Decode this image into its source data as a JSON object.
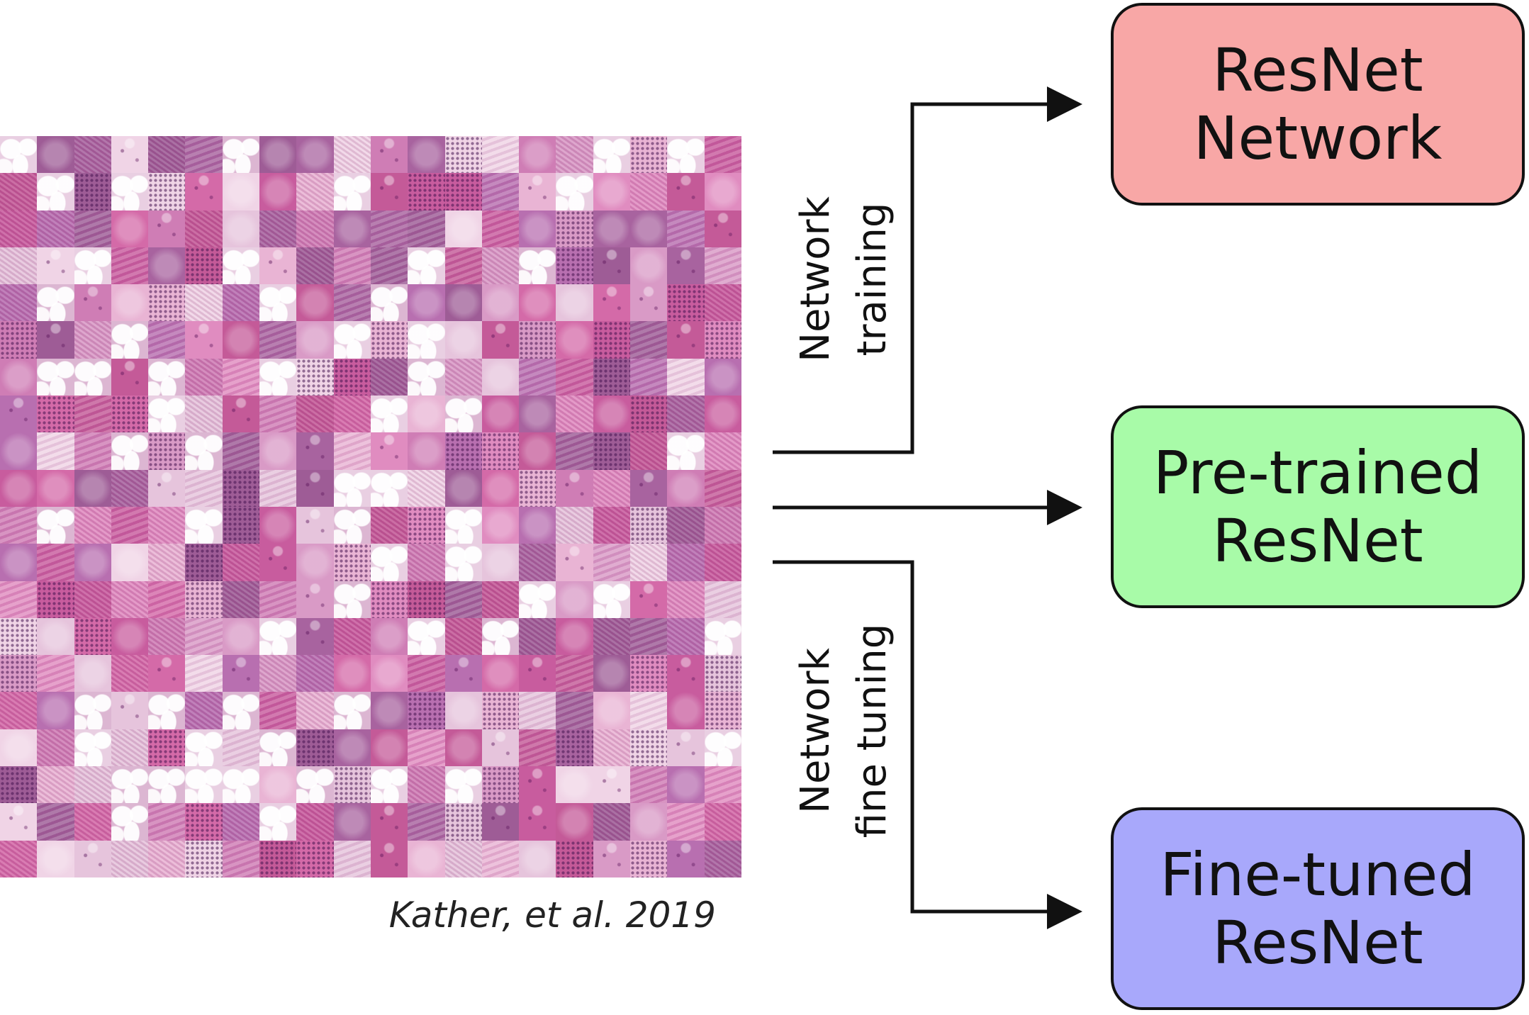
{
  "mosaic": {
    "rows": 20,
    "cols": 20
  },
  "citation": "Kather, et al. 2019",
  "steps": {
    "training": {
      "line1": "Network",
      "line2": "training"
    },
    "fine_tuning": {
      "line1": "Network",
      "line2": "fine tuning"
    }
  },
  "boxes": {
    "resnet": {
      "line1": "ResNet",
      "line2": "Network",
      "color": "#f8a7a6"
    },
    "pretrained": {
      "line1": "Pre-trained",
      "line2": "ResNet",
      "color": "#a8fba8"
    },
    "finetuned": {
      "line1": "Fine-tuned",
      "line2": "ResNet",
      "color": "#a8a8fb"
    }
  },
  "colors": {
    "line": "#111111",
    "tile_palette": [
      "#d46aa8",
      "#c85c9e",
      "#e08cc0",
      "#b86fb0",
      "#e6c4dc",
      "#cf7db5",
      "#a8639f",
      "#f0d4e6",
      "#c45a98",
      "#d99ac6",
      "#9e5c96",
      "#e9b4d4"
    ]
  }
}
